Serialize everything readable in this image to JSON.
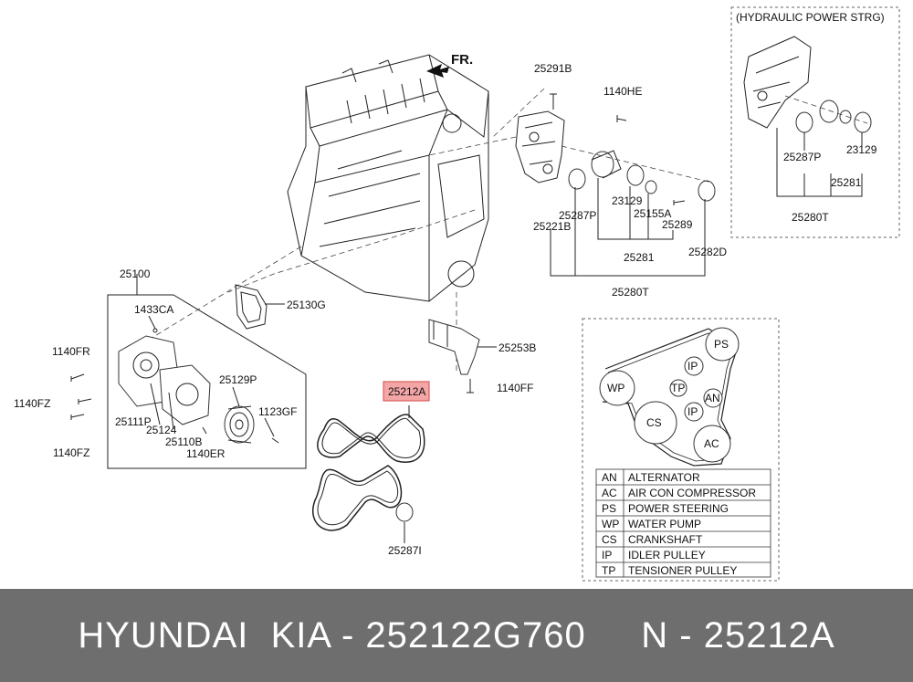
{
  "front_marker": "FR.",
  "hydraulic_box": {
    "title": "(HYDRAULIC POWER STRG)",
    "labels": [
      "25287P",
      "23129",
      "25281",
      "25280T"
    ]
  },
  "part_labels": {
    "p25291B": "25291B",
    "p1140HE": "1140HE",
    "p25221B": "25221B",
    "p25287P": "25287P",
    "p23129": "23129",
    "p25155A": "25155A",
    "p25289": "25289",
    "p25281": "25281",
    "p25282D": "25282D",
    "p25280T": "25280T",
    "p25100": "25100",
    "p1433CA": "1433CA",
    "p1140FR": "1140FR",
    "p1140FZ_a": "1140FZ",
    "p1140FZ_b": "1140FZ",
    "p25111P": "25111P",
    "p25124": "25124",
    "p25110B": "25110B",
    "p1140ER": "1140ER",
    "p25129P": "25129P",
    "p1123GF": "1123GF",
    "p25130G": "25130G",
    "p25253B": "25253B",
    "p1140FF": "1140FF",
    "p25212A": "25212A",
    "p25287I": "25287I"
  },
  "belt_routing": {
    "pulleys": [
      "PS",
      "IP",
      "WP",
      "TP",
      "AN",
      "IP",
      "CS",
      "AC"
    ]
  },
  "legend": [
    {
      "code": "AN",
      "name": "ALTERNATOR"
    },
    {
      "code": "AC",
      "name": "AIR CON COMPRESSOR"
    },
    {
      "code": "PS",
      "name": "POWER STEERING"
    },
    {
      "code": "WP",
      "name": "WATER PUMP"
    },
    {
      "code": "CS",
      "name": "CRANKSHAFT"
    },
    {
      "code": "IP",
      "name": "IDLER PULLEY"
    },
    {
      "code": "TP",
      "name": "TENSIONER PULLEY"
    }
  ],
  "colors": {
    "highlight_fill": "#f4a6a6",
    "highlight_border": "#d64545",
    "footer_bg": "#6e6e6e",
    "footer_text": "#ffffff"
  },
  "footer": {
    "text": "HYUNDAI  KIA - 252122G760     N - 25212A"
  }
}
